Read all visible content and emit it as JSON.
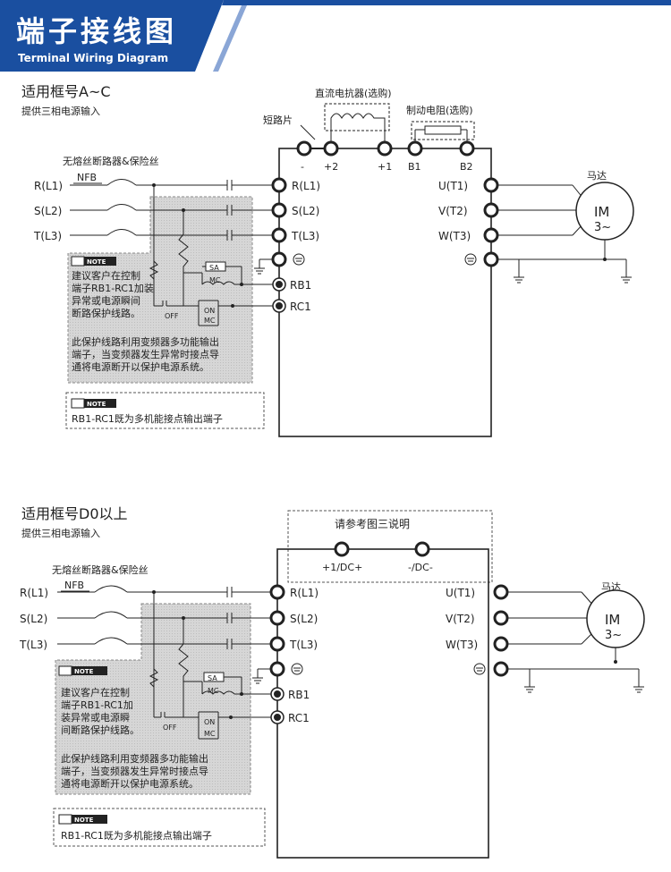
{
  "header": {
    "title": "端子接线图",
    "subtitle": "Terminal Wiring Diagram"
  },
  "s1": {
    "title": "适用框号A~C",
    "subtitle": "提供三相电源输入",
    "reactor": "直流电抗器(选购)",
    "brake": "制动电阻(选购)",
    "jumper": "短路片",
    "top_terms": [
      "-",
      "+2",
      "+1",
      "B1",
      "B2"
    ],
    "breaker": "无熔丝断路器&保险丝",
    "nfb": "NFB",
    "inputs": [
      "R(L1)",
      "S(L2)",
      "T(L3)"
    ],
    "in_terms": [
      "R(L1)",
      "S(L2)",
      "T(L3)"
    ],
    "rb": "RB1",
    "rc": "RC1",
    "outputs": [
      "U(T1)",
      "V(T2)",
      "W(T3)"
    ],
    "motor": "马达",
    "im": "IM",
    "im_sub": "3~",
    "note_badge": "NOTE",
    "note1": [
      "建议客户在控制",
      "端子RB1-RC1加装",
      "异常或电源瞬间",
      "断路保护线路。"
    ],
    "note2": [
      "此保护线路利用变频器多功能输出",
      "端子，当变频器发生异常时接点导",
      "通将电源断开以保护电源系统。"
    ],
    "note3": "RB1-RC1既为多机能接点输出端子",
    "sa": "SA",
    "mc": "MC",
    "on": "ON",
    "off": "OFF"
  },
  "s2": {
    "title": "适用框号D0以上",
    "subtitle": "提供三相电源输入",
    "ref": "请参考图三说明",
    "top_terms": [
      "+1/DC+",
      "-/DC-"
    ],
    "breaker": "无熔丝断路器&保险丝",
    "nfb": "NFB",
    "inputs": [
      "R(L1)",
      "S(L2)",
      "T(L3)"
    ],
    "in_terms": [
      "R(L1)",
      "S(L2)",
      "T(L3)"
    ],
    "rb": "RB1",
    "rc": "RC1",
    "outputs": [
      "U(T1)",
      "V(T2)",
      "W(T3)"
    ],
    "motor": "马达",
    "im": "IM",
    "im_sub": "3~",
    "note_badge": "NOTE",
    "note1": [
      "建议客户在控制",
      "端子RB1-RC1加",
      "装异常或电源瞬",
      "间断路保护线路。"
    ],
    "note2": [
      "此保护线路利用变频器多功能输出",
      "端子，当变频器发生异常时接点导",
      "通将电源断开以保护电源系统。"
    ],
    "note3": "RB1-RC1既为多机能接点输出端子",
    "sa": "SA",
    "mc": "MC",
    "on": "ON",
    "off": "OFF"
  }
}
